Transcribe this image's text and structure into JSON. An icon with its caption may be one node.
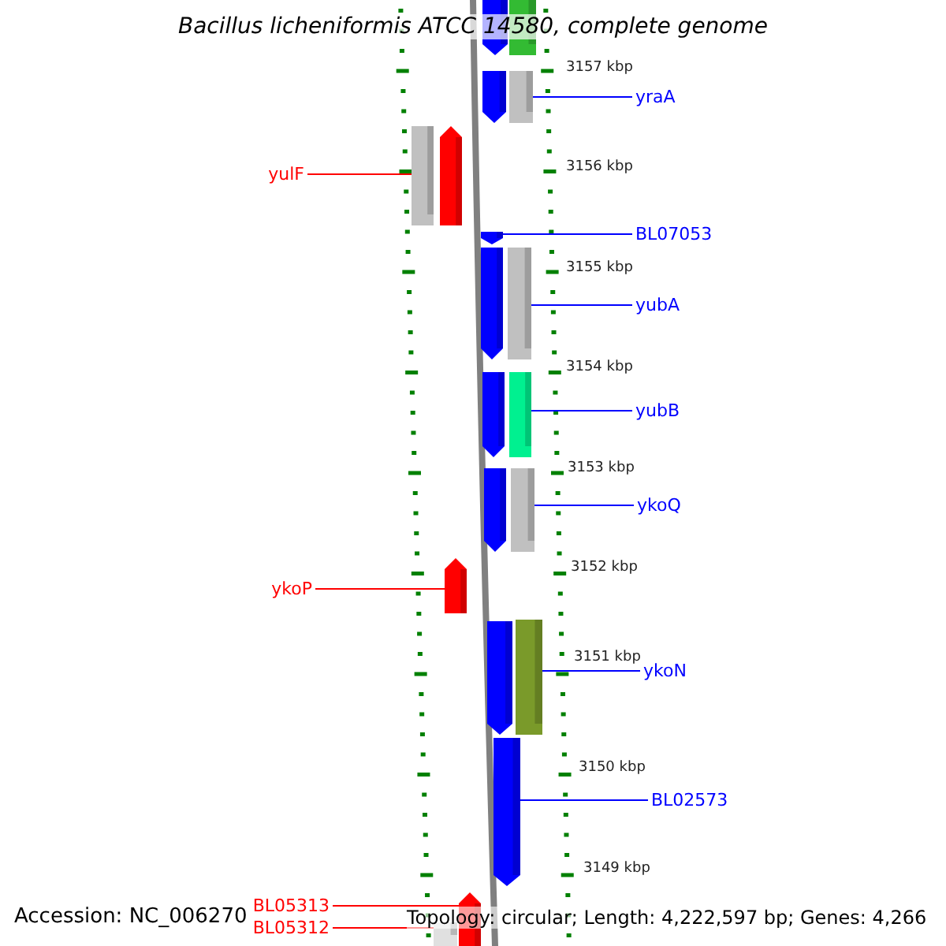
{
  "diagram": {
    "title": "Bacillus licheniformis ATCC 14580, complete genome",
    "nodes": [
      {
        "text": [],
        "shape": "bar"
      },
      {
        "text": [],
        "shape": "bar"
      },
      {
        "text": [],
        "shape": "bar"
      },
      {
        "text": [],
        "shape": "bar"
      },
      {
        "text": [
          "yraA"
        ]
      },
      {
        "text": [
          "yulF"
        ]
      },
      {
        "text": [],
        "shape": "bar"
      },
      {
        "text": [],
        "shape": "bar"
      },
      {
        "text": [
          "BL07053"
        ]
      },
      {
        "text": [],
        "shape": "bar"
      },
      {
        "text": [],
        "shape": "bar"
      },
      {
        "text": [],
        "shape": "bar"
      },
      {
        "text": [
          "yubA"
        ]
      },
      {
        "text": [],
        "shape": "bar"
      },
      {
        "text": [],
        "shape": "bar"
      },
      {
        "text": [
          "yubB"
        ]
      },
      {
        "text": [],
        "shape": "bar"
      },
      {
        "text": [],
        "shape": "bar"
      },
      {
        "text": [
          "ykoQ"
        ]
      },
      {
        "text": [],
        "shape": "bar"
      },
      {
        "text": [
          "ykoP"
        ]
      },
      {
        "text": [],
        "shape": "bar"
      },
      {
        "text": [],
        "shape": "bar"
      },
      {
        "text": [
          "ykoN"
        ]
      },
      {
        "text": [],
        "shape": "bar"
      },
      {
        "text": [
          "BL02573"
        ]
      },
      {
        "text": [],
        "shape": "bar"
      },
      {
        "text": [
          "BL05313"
        ]
      },
      {
        "text": [],
        "shape": "bar"
      },
      {
        "text": [
          "BL05312"
        ]
      }
    ],
    "edges": [
      {
        "from": 4,
        "to": 3,
        "arrow": "none"
      },
      {
        "from": 5,
        "to": 6,
        "arrow": "none",
        "color": "#ff0000"
      },
      {
        "from": 8,
        "to": 9,
        "arrow": "none"
      },
      {
        "from": 12,
        "to": 11,
        "arrow": "none"
      },
      {
        "from": 15,
        "to": 14,
        "arrow": "none"
      },
      {
        "from": 18,
        "to": 17,
        "arrow": "none"
      },
      {
        "from": 20,
        "to": 19,
        "arrow": "none",
        "color": "#ff0000"
      },
      {
        "from": 23,
        "to": 22,
        "arrow": "none"
      },
      {
        "from": 25,
        "to": 24,
        "arrow": "none"
      },
      {
        "from": 27,
        "to": 26,
        "arrow": "none",
        "color": "#ff0000"
      },
      {
        "from": 29,
        "to": 28,
        "arrow": "none",
        "color": "#ff0000"
      }
    ],
    "labels": [
      "3157 kbp",
      "3156 kbp",
      "3155 kbp",
      "3154 kbp",
      "3153 kbp",
      "3152 kbp",
      "3151 kbp",
      "3150 kbp",
      "3149 kbp",
      "Accession: NC_006270",
      "Topology: circular; Length: 4,222,597 bp; Genes: 4,266"
    ]
  }
}
